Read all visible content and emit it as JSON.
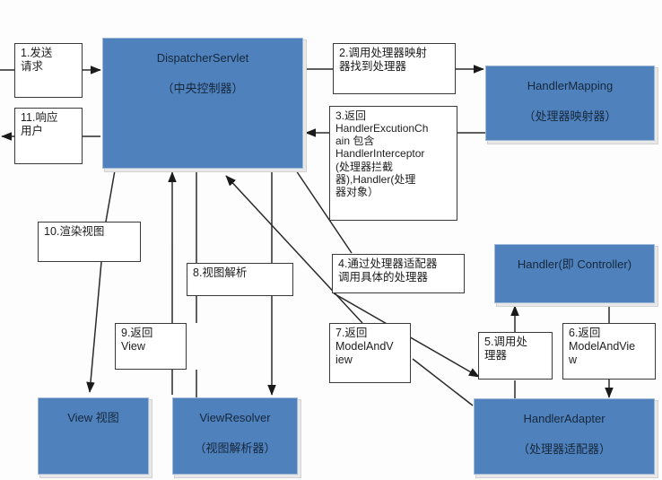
{
  "diagram": {
    "title": "Spring MVC Request Flow",
    "theme": {
      "component_fill": "#4f81bd",
      "component_text": "#16283c",
      "note_border": "#3a3a3a",
      "note_fill": "#ffffff",
      "arrow_color": "#1a1a1a",
      "canvas_bg": "#fdfdfd"
    }
  },
  "components": {
    "dispatcher": {
      "line1": "DispatcherServlet",
      "line2": "（中央控制器）"
    },
    "handler_mapping": {
      "line1": "HandlerMapping",
      "line2": "（处理器映射器）"
    },
    "handler": {
      "line1": "Handler(即 Controller)",
      "line2": ""
    },
    "handler_adapter": {
      "line1": "HandlerAdapter",
      "line2": "（处理器适配器）"
    },
    "view": {
      "line1": "View 视图",
      "line2": ""
    },
    "view_resolver": {
      "line1": "ViewResolver",
      "line2": "（视图解析器）"
    }
  },
  "steps": {
    "s1": "1.发送\n请求",
    "s11": "11.响应\n用户",
    "s2": "2.调用处理器映射\n器找到处理器",
    "s3": "3.返回\nHandlerExcutionCh\nain 包含\nHandlerInterceptor\n(处理器拦截\n器),Handler(处理\n器对象）",
    "s10": "10.渲染视图",
    "s8": "8.视图解析",
    "s9": "9.返回\nView",
    "s4": "4.通过处理器适配器\n调用具体的处理器",
    "s7": "7.返回\nModelAndV\niew",
    "s5": "5.调用处\n理器",
    "s6": "6.返回\nModelAndVie\nw"
  }
}
